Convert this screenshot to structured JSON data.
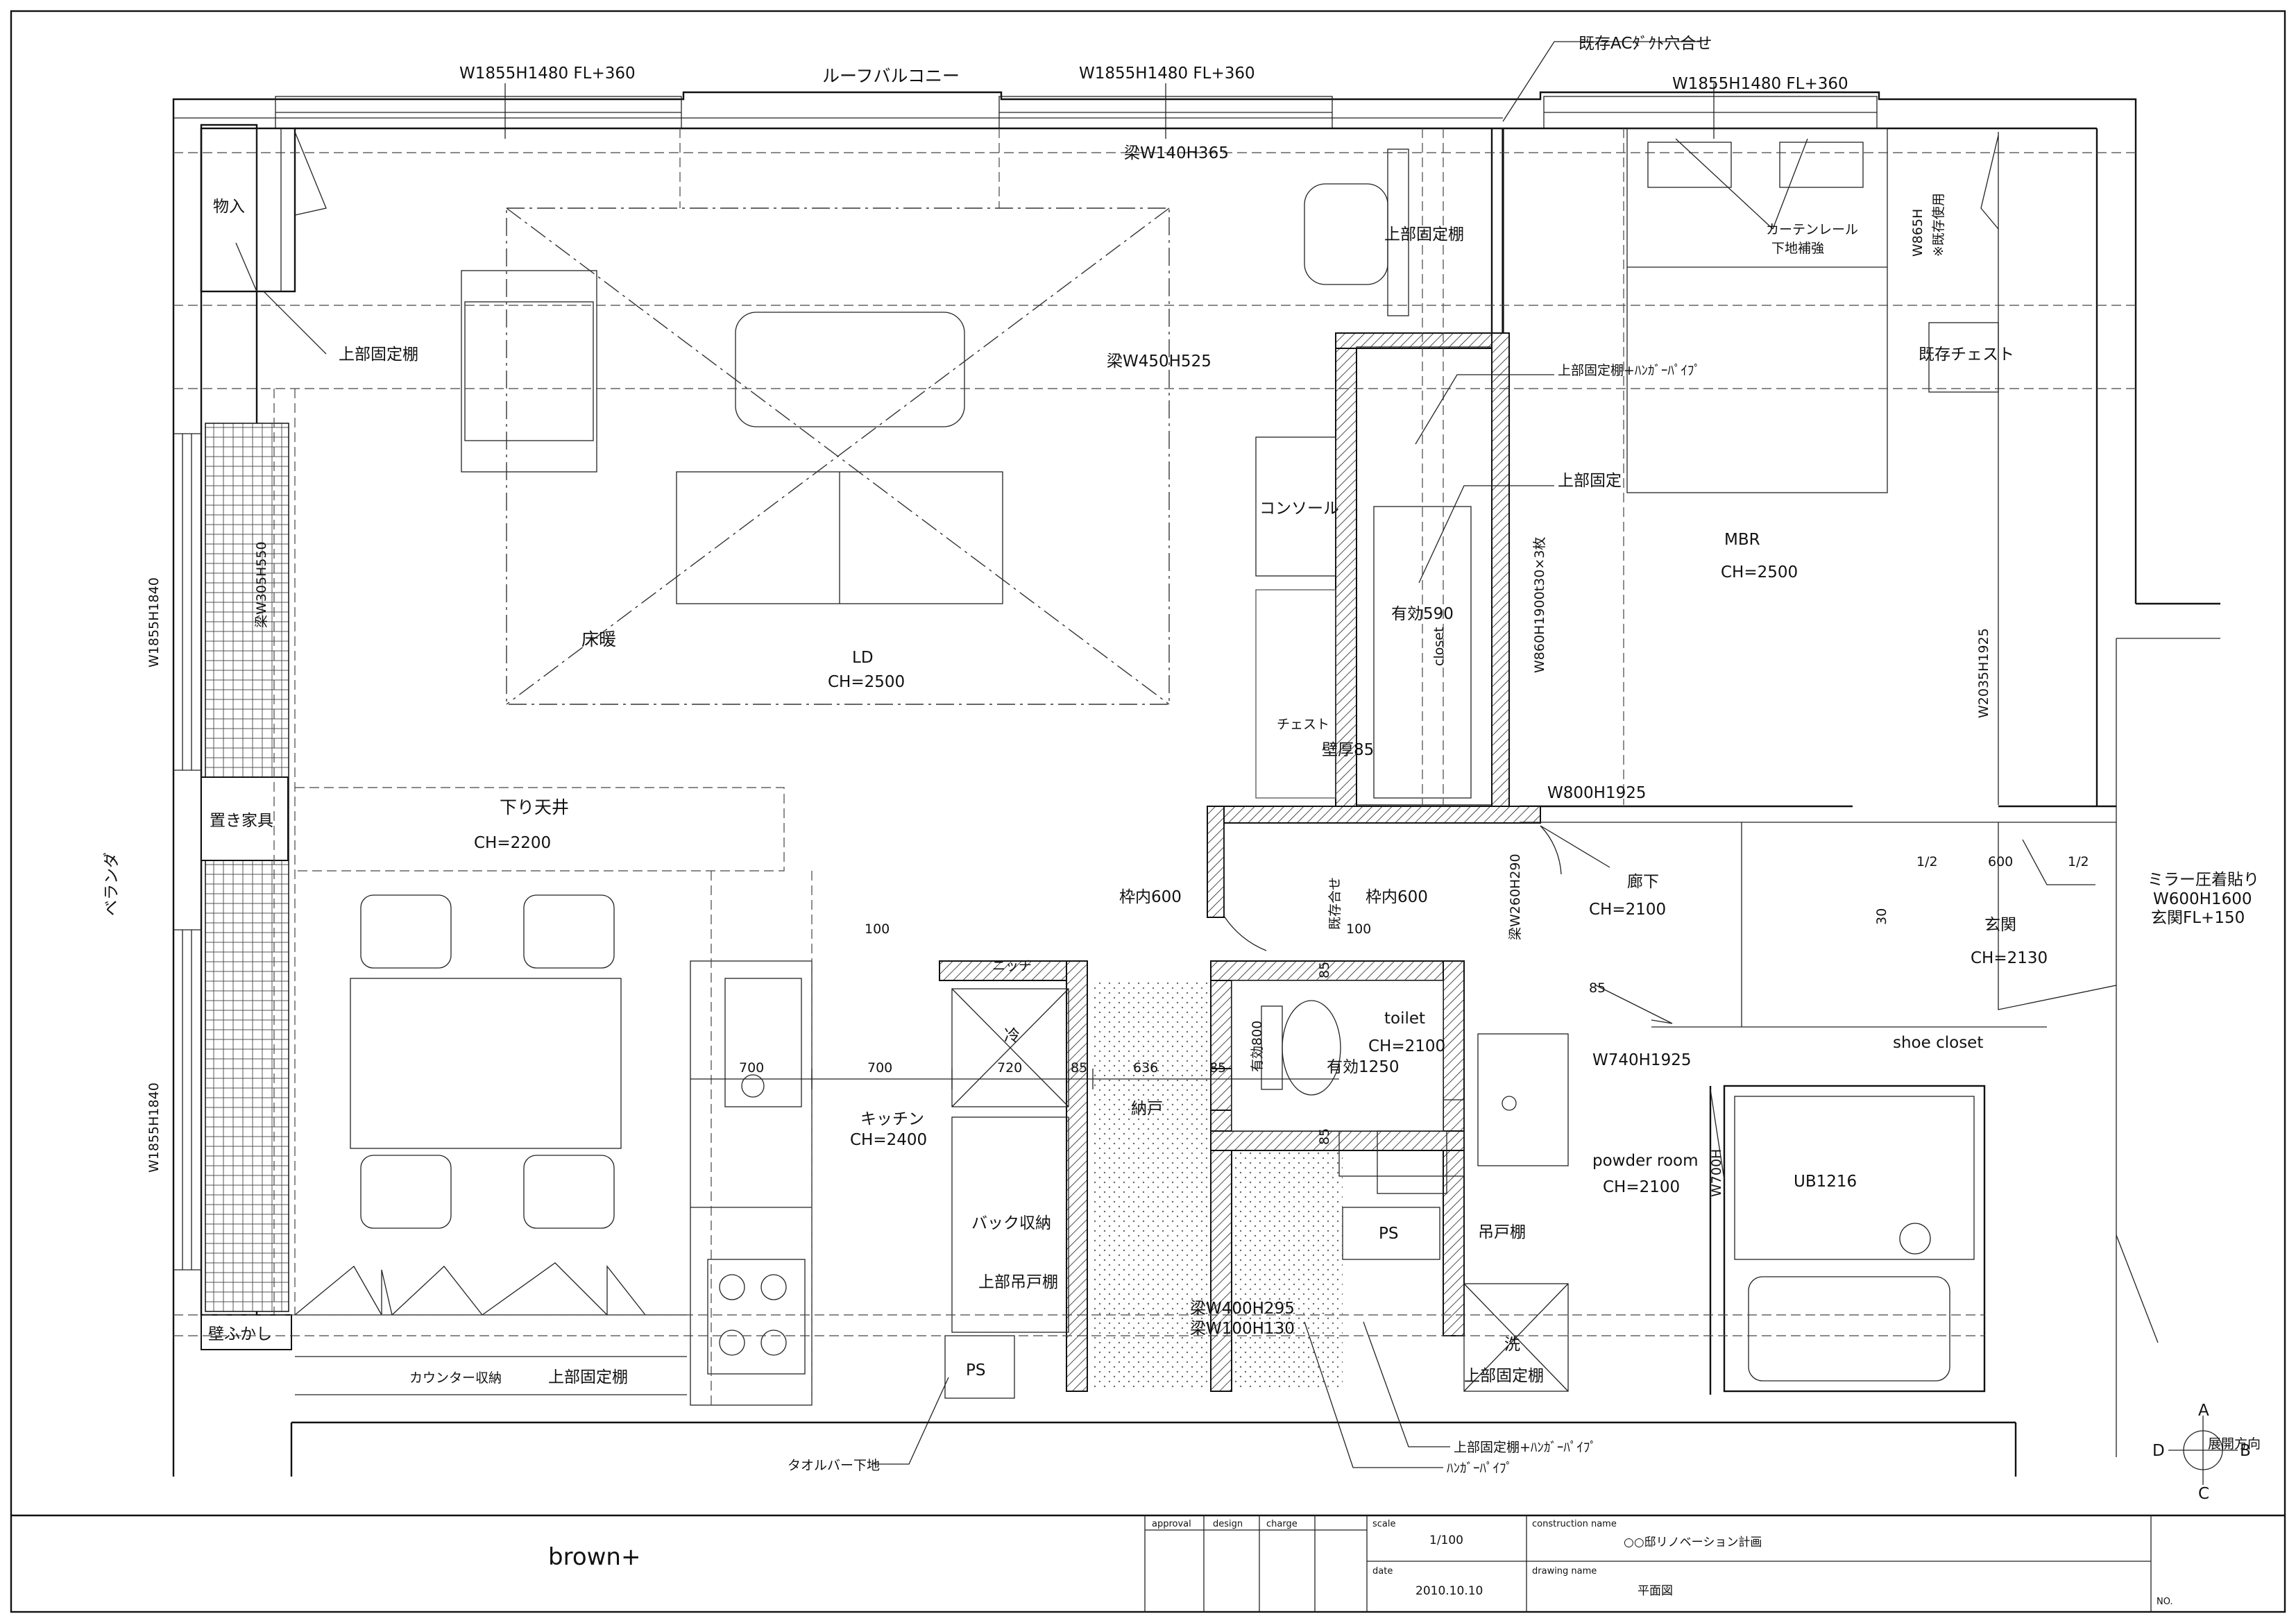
{
  "labels": {
    "window_top_left": "W1855H1480 FL+360",
    "roof_balcony": "ルーフバルコニー",
    "window_top_mid": "W1855H1480 FL+360",
    "existing_ac_duct": "既存ACﾀﾞｸﾄ穴合せ",
    "window_top_right": "W1855H1480 FL+360",
    "beam_top": "梁W140H365",
    "storage_in": "物入",
    "upper_shelf_left": "上部固定棚",
    "upper_shelf_top": "上部固定棚",
    "curtain_rail": "カーテンレール",
    "curtain_rail_2": "下地補強",
    "w865h": "W865H",
    "existing_use": "※既存使用",
    "existing_chest": "既存チェスト",
    "beam_mid": "梁W450H525",
    "shelf_hanger_top": "上部固定棚+ﾊﾝｶﾞｰﾊﾟｲﾌﾟ",
    "upper_fixed": "上部固定",
    "console": "コンソール",
    "mbr": "MBR",
    "mbr_ch": "CH=2500",
    "beam_vertical": "梁W305H550",
    "window_left_upper": "W1855H1840",
    "floor_heating": "床暖",
    "ld": "LD",
    "ld_ch": "CH=2500",
    "effective_closet": "有効590",
    "closet": "closet",
    "door_w860": "W860H1900t30×3枚",
    "w2035": "W2035H1925",
    "chest": "チェスト",
    "wall_thickness": "壁厚85",
    "w800": "W800H1925",
    "placed_furniture": "置き家具",
    "dropped_ceiling": "下り天井",
    "dropped_ch": "CH=2200",
    "veranda": "ベランダ",
    "existing_match": "既存合せ",
    "frame_inner_1": "枠内600",
    "frame_inner_2": "枠内600",
    "beam_w260": "梁W260H290",
    "corridor": "廊下",
    "corridor_ch": "CH=2100",
    "dim_half_1": "1/2",
    "dim_600": "600",
    "dim_half_2": "1/2",
    "mirror_1": "ミラー圧着貼り",
    "mirror_2": "W600H1600",
    "mirror_3": "玄関FL+150",
    "dim_30": "30",
    "entrance": "玄関",
    "entrance_ch": "CH=2130",
    "dim_100_a": "100",
    "niche": "ニッチ",
    "dim_100_b": "100",
    "dim_85_a": "85",
    "dim_85_b": "85",
    "toilet": "toilet",
    "toilet_ch": "CH=2100",
    "effective_800": "有効800",
    "effective_1250": "有効1250",
    "w740": "W740H1925",
    "shoe_closet": "shoe closet",
    "window_left_lower": "W1855H1840",
    "dim_700_a": "700",
    "dim_700_b": "700",
    "dim_720": "720",
    "dim_85_c": "85",
    "dim_636": "636",
    "dim_85_d": "85",
    "fridge": "冷",
    "kitchen": "キッチン",
    "kitchen_ch": "CH=2400",
    "storeroom": "納戸",
    "dim_85_e": "85",
    "w700h": "W700H",
    "powder_room": "powder room",
    "powder_ch": "CH=2100",
    "ub": "UB1216",
    "ps_a": "PS",
    "hanging_shelf_a": "吊戸棚",
    "back_storage": "バック収納",
    "upper_hanging": "上部吊戸棚",
    "beam_w400": "梁W400H295",
    "beam_w100": "梁W100H130",
    "wash": "洗",
    "upper_shelf_wash": "上部固定棚",
    "wall_finish": "壁ふかし",
    "counter_storage": "カウンター収納",
    "upper_shelf_counter": "上部固定棚",
    "ps_b": "PS",
    "towel_bar": "タオルバー下地",
    "shelf_hanger_bottom": "上部固定棚+ﾊﾝｶﾞｰﾊﾟｲﾌﾟ",
    "hanger_pipe": "ﾊﾝｶﾞｰﾊﾟｲﾌﾟ",
    "compass_a": "A",
    "compass_b": "B",
    "compass_c": "C",
    "compass_d": "D",
    "compass_text": "展開方向"
  },
  "title_block": {
    "brand": "brown+",
    "approval": "approval",
    "design": "design",
    "charge": "charge",
    "scale_label": "scale",
    "scale_value": "1/100",
    "date_label": "date",
    "date_value": "2010.10.10",
    "construction_label": "construction name",
    "construction_value": "○○邸リノベーション計画",
    "drawing_label": "drawing name",
    "drawing_value": "平面図",
    "number_label": "NO."
  },
  "colors": {
    "ink": "#111111",
    "paper": "#ffffff"
  }
}
